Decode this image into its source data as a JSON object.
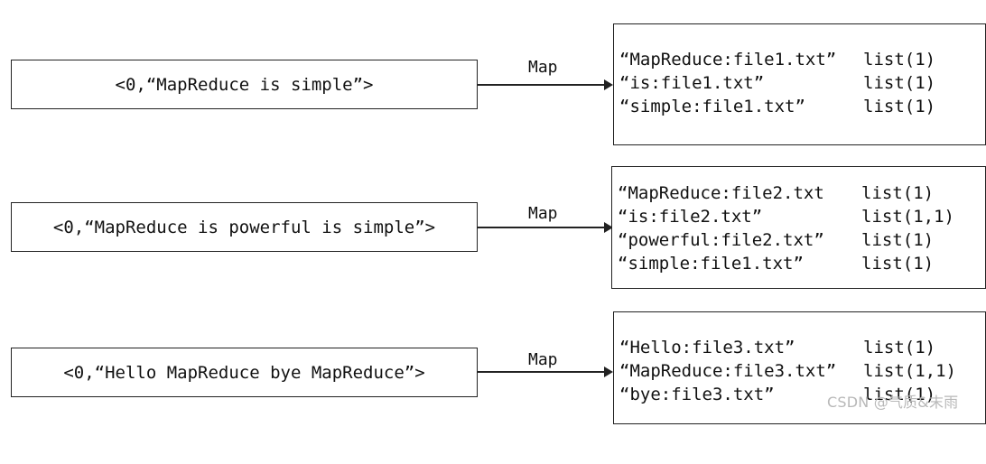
{
  "diagram": {
    "flows": [
      {
        "input": "<0,“MapReduce is simple”>",
        "map_label": "Map",
        "outputs": [
          {
            "key": "“MapReduce:file1.txt”",
            "value": "list(1)"
          },
          {
            "key": "“is:file1.txt”",
            "value": "list(1)"
          },
          {
            "key": "“simple:file1.txt”",
            "value": "list(1)"
          }
        ]
      },
      {
        "input": "<0,“MapReduce is powerful is simple”>",
        "map_label": "Map",
        "outputs": [
          {
            "key": "“MapReduce:file2.txt",
            "value": "list(1)"
          },
          {
            "key": "“is:file2.txt”",
            "value": "list(1,1)"
          },
          {
            "key": "“powerful:file2.txt”",
            "value": "list(1)"
          },
          {
            "key": "“simple:file1.txt”",
            "value": "list(1)"
          }
        ]
      },
      {
        "input": "<0,“Hello MapReduce bye MapReduce”>",
        "map_label": "Map",
        "outputs": [
          {
            "key": "“Hello:file3.txt”",
            "value": "list(1)"
          },
          {
            "key": "“MapReduce:file3.txt”",
            "value": "list(1,1)"
          },
          {
            "key": "“bye:file3.txt”",
            "value": "list(1)"
          }
        ]
      }
    ]
  },
  "watermark": "CSDN @气质&末雨"
}
